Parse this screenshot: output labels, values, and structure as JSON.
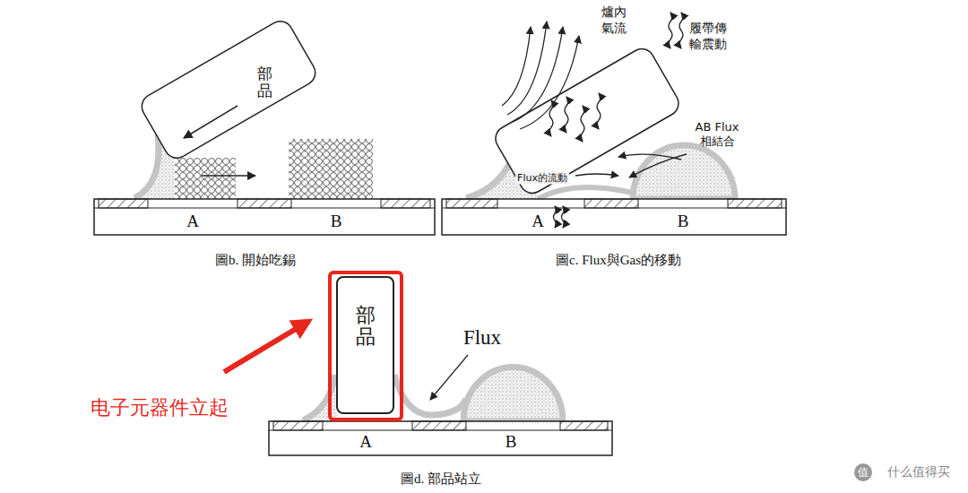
{
  "diagram": {
    "nodes": [
      {
        "text": [
          "部品"
        ]
      },
      {
        "text": [
          "部品"
        ]
      }
    ],
    "labels": [
      "A",
      "B",
      "圖b. 開始吃錫",
      "爐內氣流",
      "履帶傳輸震動",
      "AB Flux 相結合",
      "Flux的流動",
      "A",
      "B",
      "圖c. Flux與Gas的移動",
      "Flux",
      "A",
      "B",
      "圖d. 部品站立",
      "电子元器件立起",
      "值",
      "什么值得买"
    ]
  }
}
